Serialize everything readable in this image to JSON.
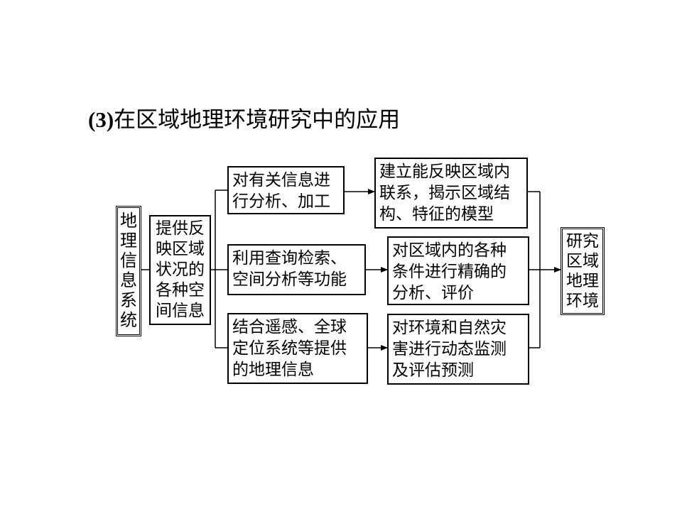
{
  "title": {
    "number": "(3)",
    "text": "在区域地理环境研究中的应用"
  },
  "nodes": {
    "gis": "地\n理\n信\n息\n系\n统",
    "provide": "提供反\n映区域\n状况的\n各种空\n间信息",
    "process": "对有关信息进\n行分析、加工",
    "query": "利用查询检索、\n空间分析等功能",
    "combine": "结合遥感、全球\n定位系统等提供\n的地理信息",
    "model": "建立能反映区域内\n联系，揭示区域结\n构、特征的模型",
    "analyze": "对区域内的各种\n条件进行精确的\n分析、评价",
    "monitor": "对环境和自然灾\n害进行动态监测\n及评估预测",
    "research": "研究\n区域\n地理\n环境"
  }
}
